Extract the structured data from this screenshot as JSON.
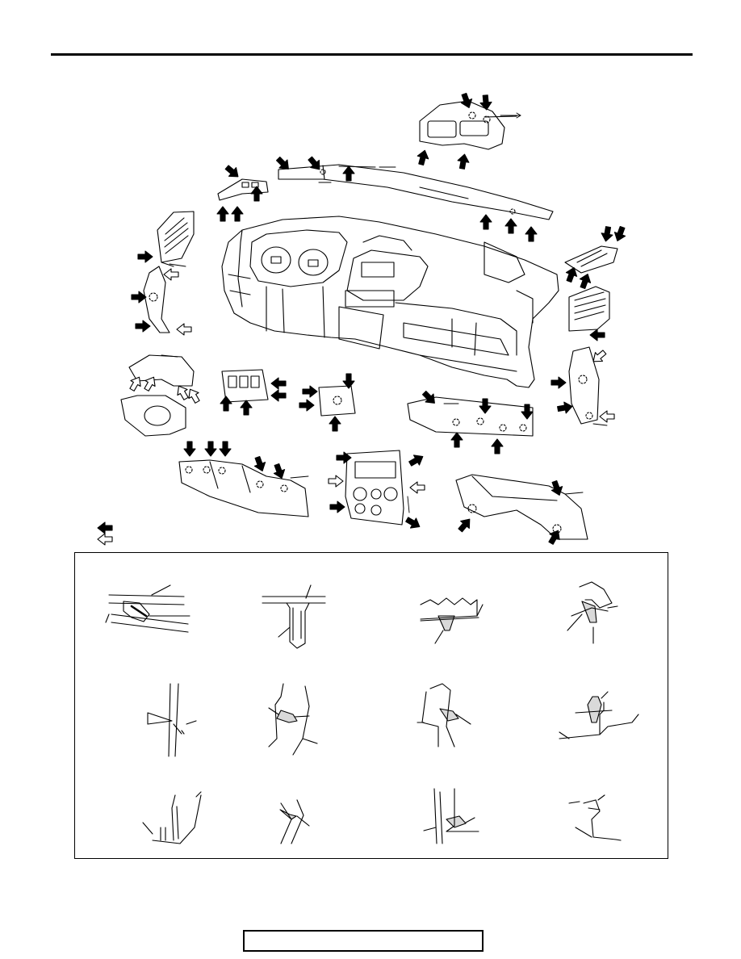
{
  "page": {
    "header_text": "",
    "footer_text": ""
  },
  "legend": {
    "filled_arrow_icon": "arrow-filled-left",
    "outline_arrow_icon": "arrow-outline-left",
    "filled_label": "",
    "outline_label": ""
  },
  "diagram": {
    "main_part": "instrument-panel",
    "exploded_parts": [
      "top-center-meter-hood",
      "upper-cover-strip",
      "small-left-cover",
      "left-side-air-vent",
      "left-side-trim-panel",
      "steering-column-covers",
      "switch-panel",
      "center-bracket",
      "right-lower-cover",
      "right-upper-vent-cover",
      "right-side-air-vent",
      "right-side-trim-panel",
      "lower-knee-panel",
      "center-audio-panel",
      "glove-box"
    ],
    "detail_views": [
      "clip-detail-1",
      "clip-detail-2",
      "clip-detail-3",
      "clip-detail-4",
      "clip-detail-5",
      "clip-detail-6",
      "clip-detail-7",
      "clip-detail-8",
      "clip-detail-9",
      "clip-detail-10",
      "clip-detail-11",
      "clip-detail-12"
    ]
  }
}
